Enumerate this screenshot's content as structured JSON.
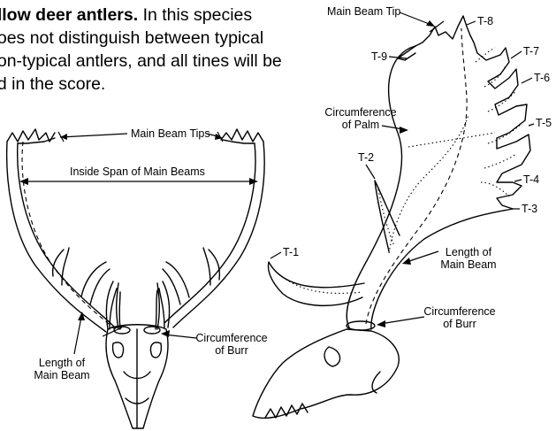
{
  "intro": {
    "heading": "allow deer antlers.",
    "line1_rest": " In this species",
    "line2": "does not distinguish between typical",
    "line3": "non-typical antlers, and all tines will be",
    "line4": "ed in the score."
  },
  "front_view": {
    "main_beam_tips": "Main Beam Tips",
    "inside_span": "Inside Span of Main Beams",
    "length_of": "Length of",
    "main_beam": "Main Beam",
    "circumference_of": "Circumference",
    "of_burr": "of Burr"
  },
  "side_view": {
    "main_beam_tip": "Main Beam Tip",
    "tines": [
      "T-1",
      "T-2",
      "T-3",
      "T-4",
      "T-5",
      "T-6",
      "T-7",
      "T-8",
      "T-9"
    ],
    "circumference_of_palm_1": "Circumference",
    "circumference_of_palm_2": "of Palm",
    "length_of": "Length of",
    "main_beam": "Main Beam",
    "circumference_of_burr_1": "Circumference",
    "circumference_of_burr_2": "of Burr"
  }
}
